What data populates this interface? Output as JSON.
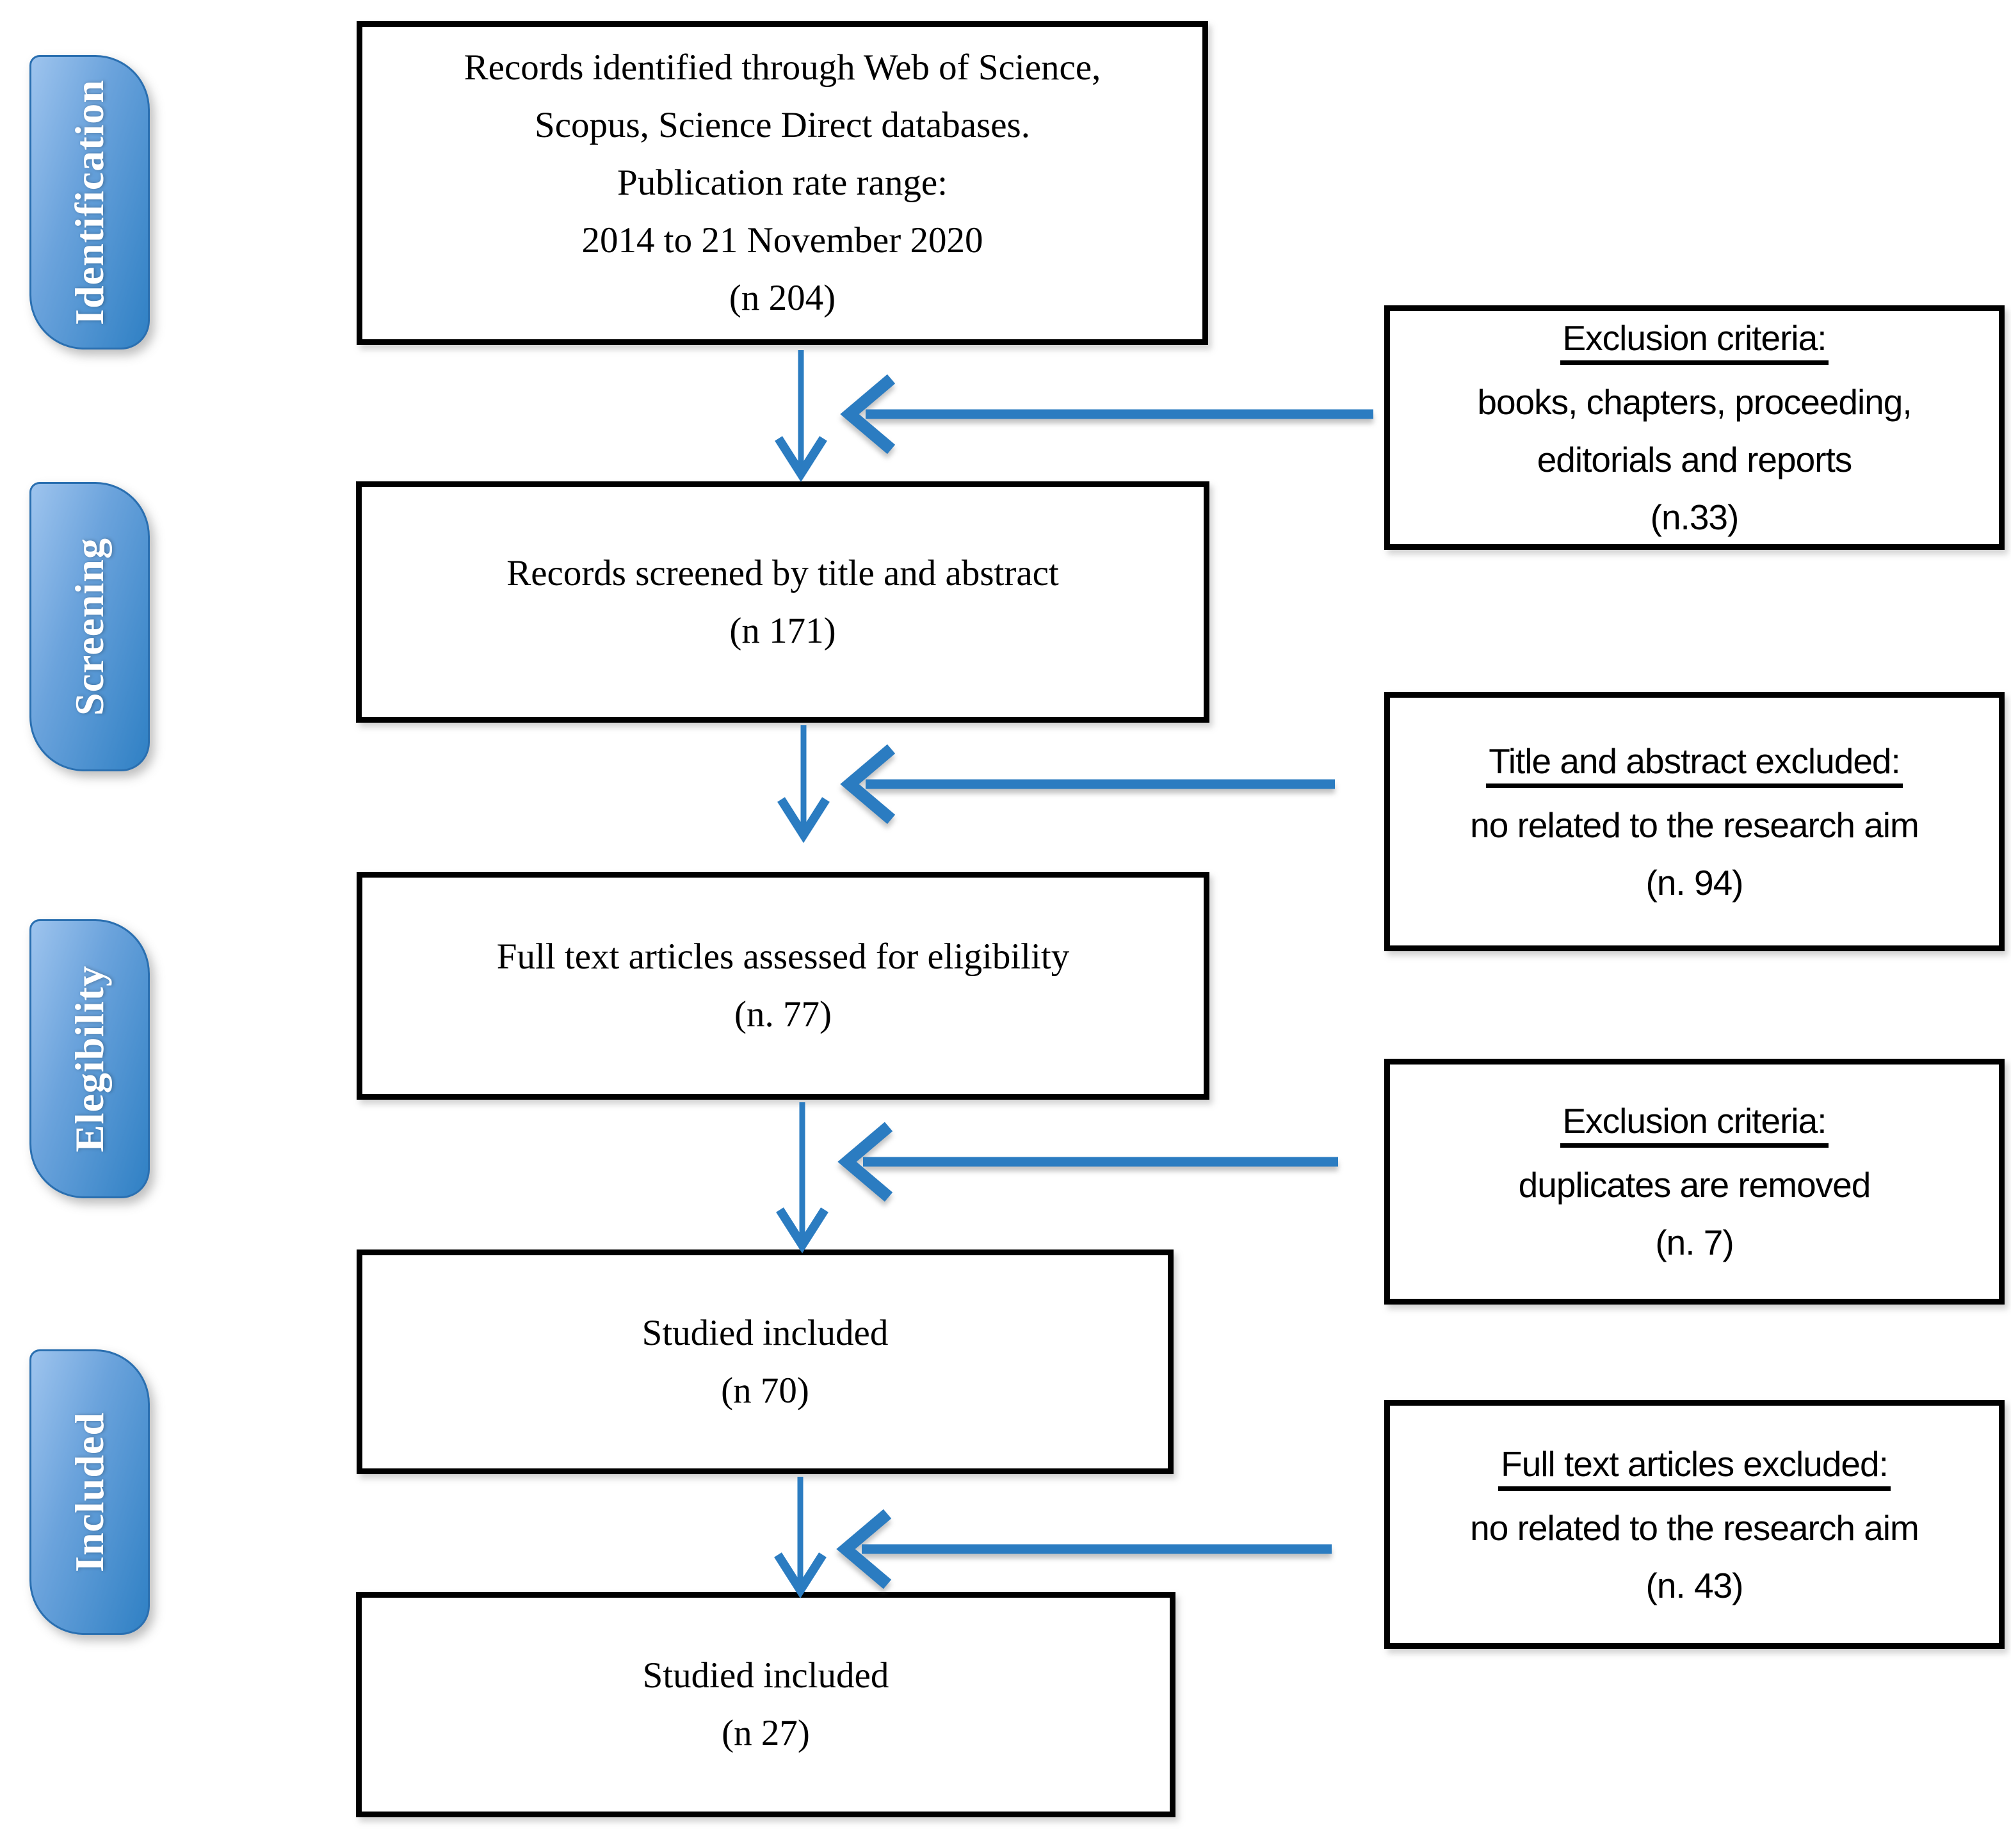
{
  "diagram_title": "PRISMA-style study selection flow diagram",
  "sidebar": {
    "stages": [
      {
        "label": "Identification"
      },
      {
        "label": "Screening"
      },
      {
        "label": "Elegibility"
      },
      {
        "label": "Included"
      }
    ]
  },
  "flow": {
    "boxes": [
      {
        "lines": [
          "Records identified through Web of Science,",
          "Scopus, Science Direct databases.",
          "Publication rate range:",
          "2014 to 21 November 2020",
          "(n 204)"
        ]
      },
      {
        "lines": [
          "Records screened by title and abstract",
          "(n 171)"
        ]
      },
      {
        "lines": [
          "Full text articles assessed for eligibility",
          "(n. 77)"
        ]
      },
      {
        "lines": [
          "Studied included",
          "(n 70)"
        ]
      },
      {
        "lines": [
          "Studied included",
          "(n 27)"
        ]
      }
    ]
  },
  "exclusions": [
    {
      "heading": "Exclusion criteria:",
      "lines": [
        "books, chapters, proceeding,",
        "editorials and reports",
        "(n.33)"
      ]
    },
    {
      "heading": "Title and abstract excluded:",
      "lines": [
        "no related to the research aim",
        "(n. 94)"
      ]
    },
    {
      "heading": "Exclusion criteria:",
      "lines": [
        "duplicates are removed",
        "(n. 7)"
      ]
    },
    {
      "heading": "Full text articles excluded:",
      "lines": [
        "no related to the research aim",
        "(n. 43)"
      ]
    }
  ],
  "colors": {
    "arrow_blue": "#2b7cc1",
    "tab_gradient_light": "#9ec4ee",
    "tab_gradient_dark": "#2f80c4",
    "tab_border": "#2a6fb0",
    "box_border": "#000000",
    "background": "#ffffff",
    "tab_text": "#ffffff"
  }
}
